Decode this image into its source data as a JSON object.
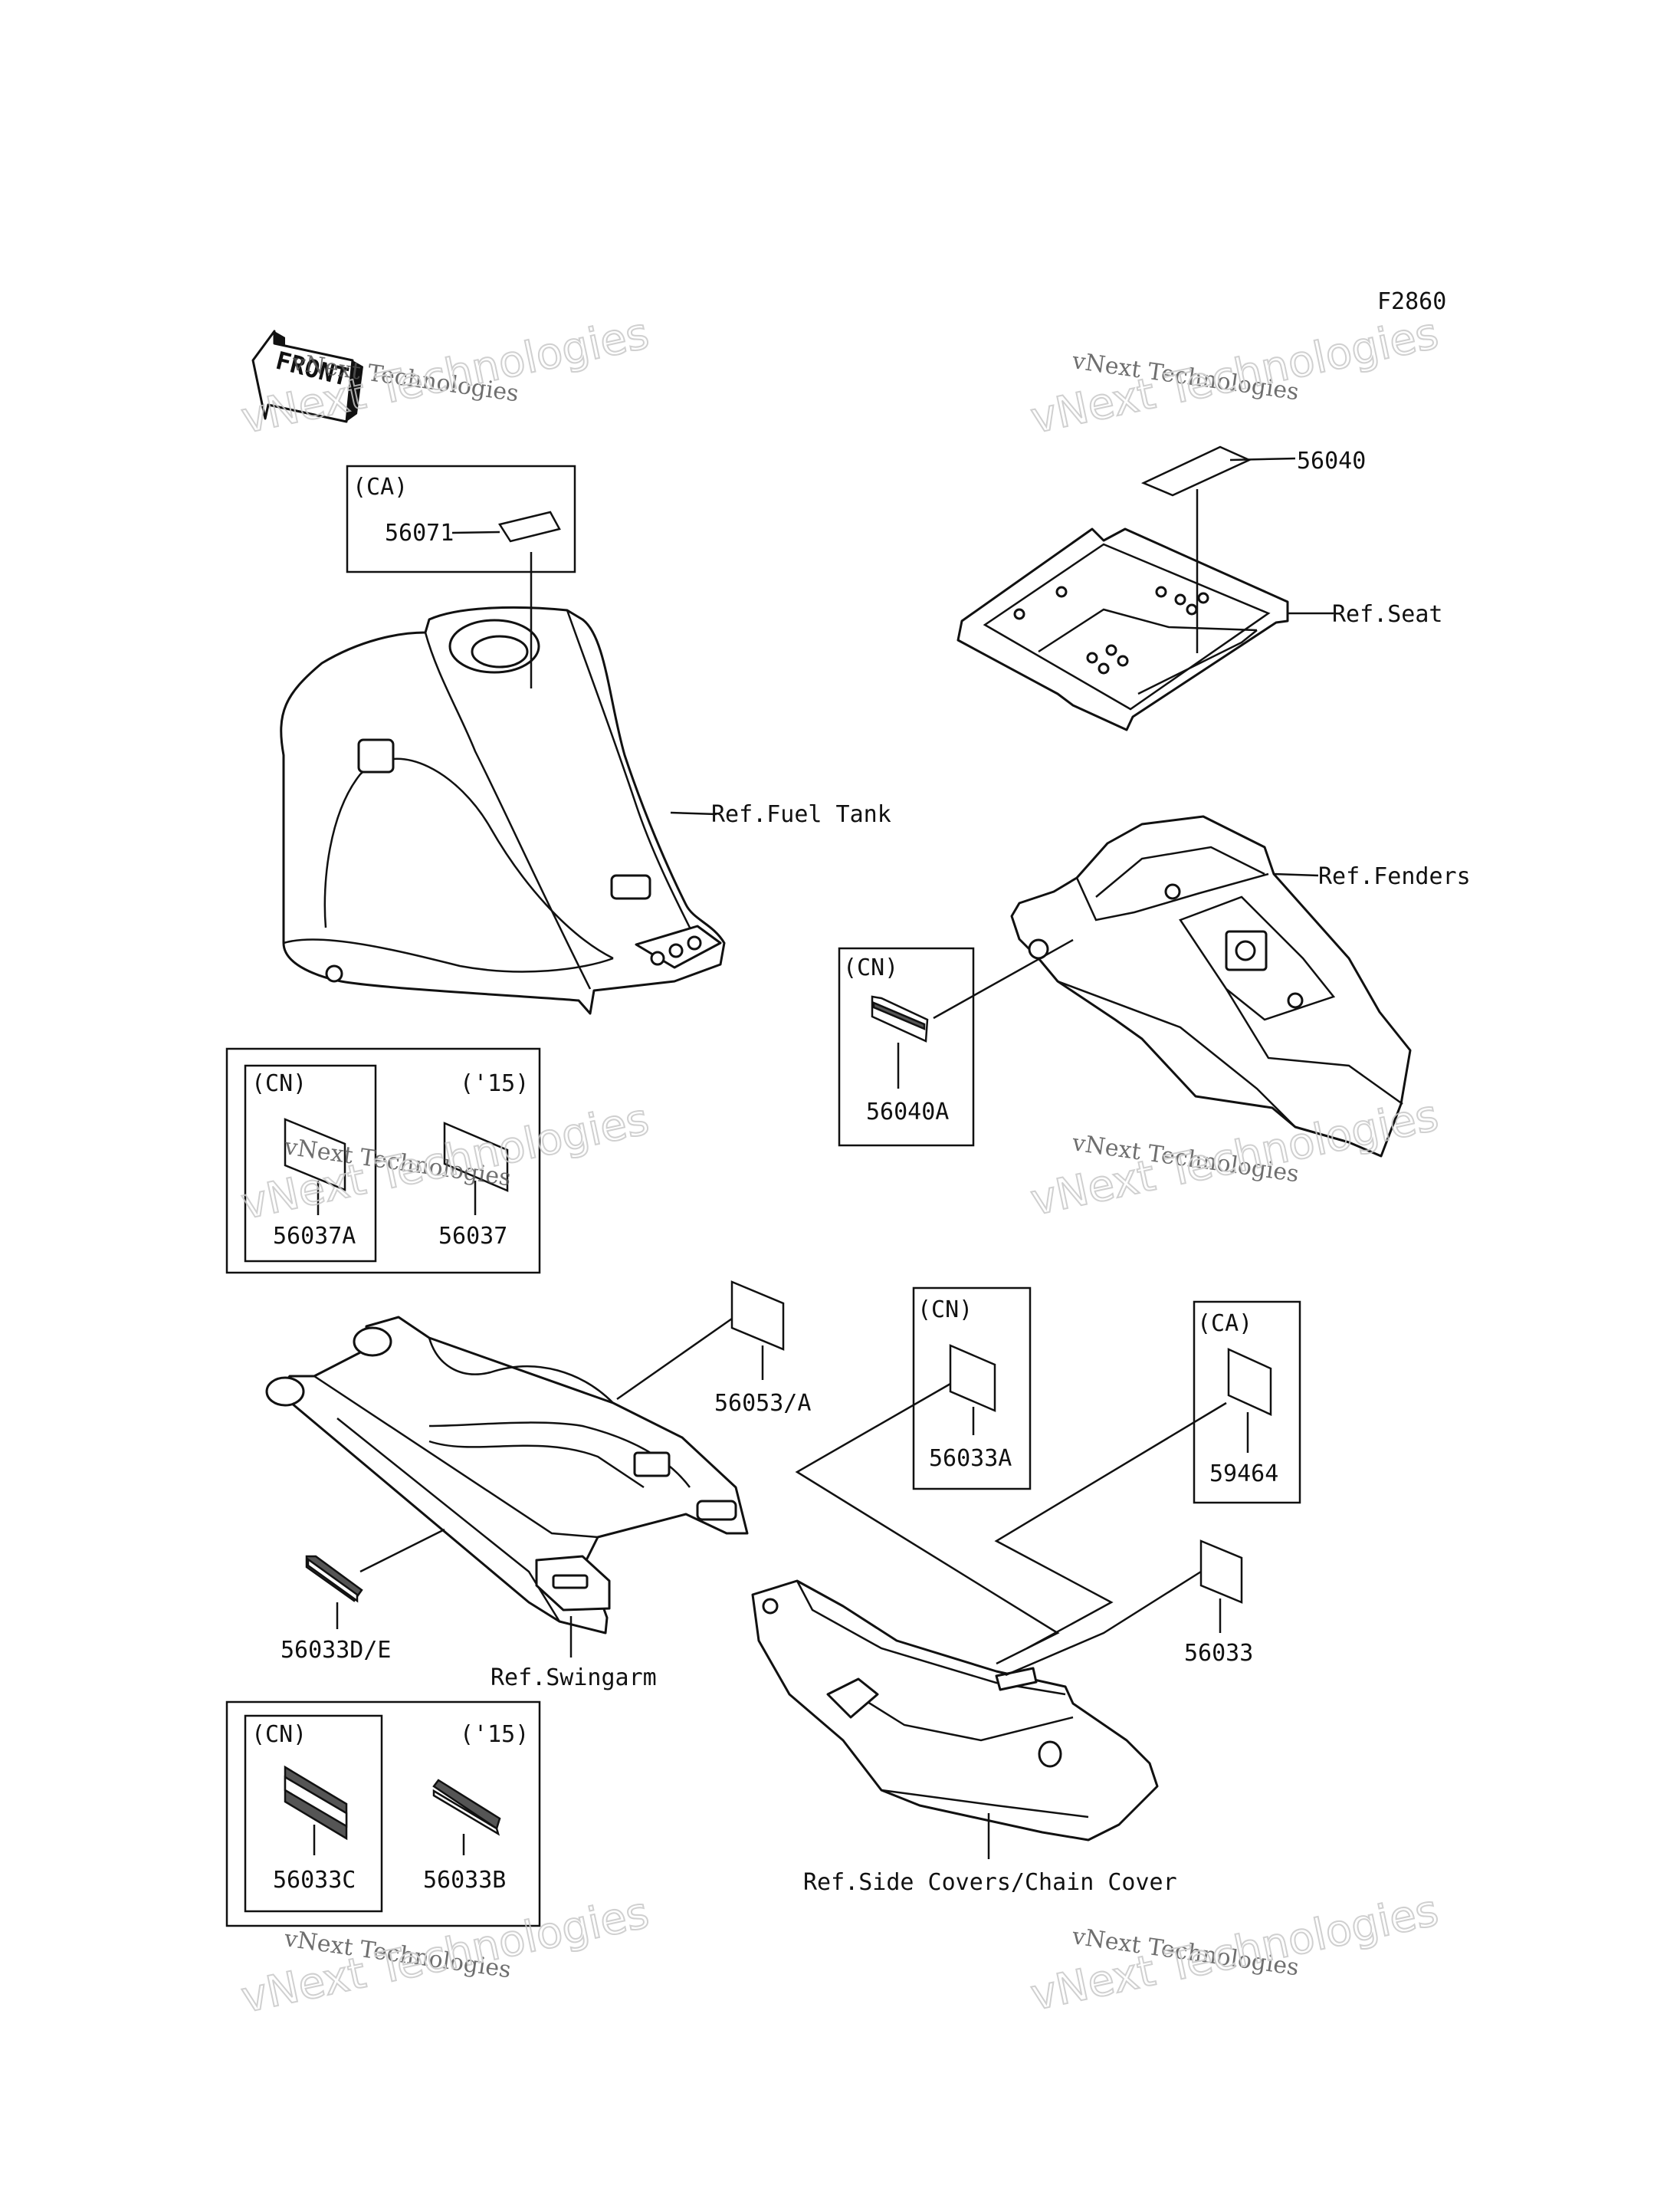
{
  "figure_code": "F2860",
  "front_arrow": "FRONT",
  "watermark": {
    "line1": "vNext Technologies",
    "line2": "vNext Technologies"
  },
  "refs": {
    "fuel_tank": "Ref.Fuel Tank",
    "seat": "Ref.Seat",
    "fenders": "Ref.Fenders",
    "swingarm": "Ref.Swingarm",
    "side_covers": "Ref.Side Covers/Chain Cover"
  },
  "region_tags": {
    "ca_tank": "(CA)",
    "cn_fender": "(CN)",
    "cn_box1": "(CN)",
    "y15_box1": "('15)",
    "cn_sidecover": "(CN)",
    "ca_sidecover": "(CA)",
    "cn_box2": "(CN)",
    "y15_box2": "('15)"
  },
  "parts": {
    "p56071": "56071",
    "p56040": "56040",
    "p56040A": "56040A",
    "p56037A": "56037A",
    "p56037": "56037",
    "p56053A": "56053/A",
    "p56033A": "56033A",
    "p59464": "59464",
    "p56033DE": "56033D/E",
    "p56033": "56033",
    "p56033C": "56033C",
    "p56033B": "56033B"
  }
}
